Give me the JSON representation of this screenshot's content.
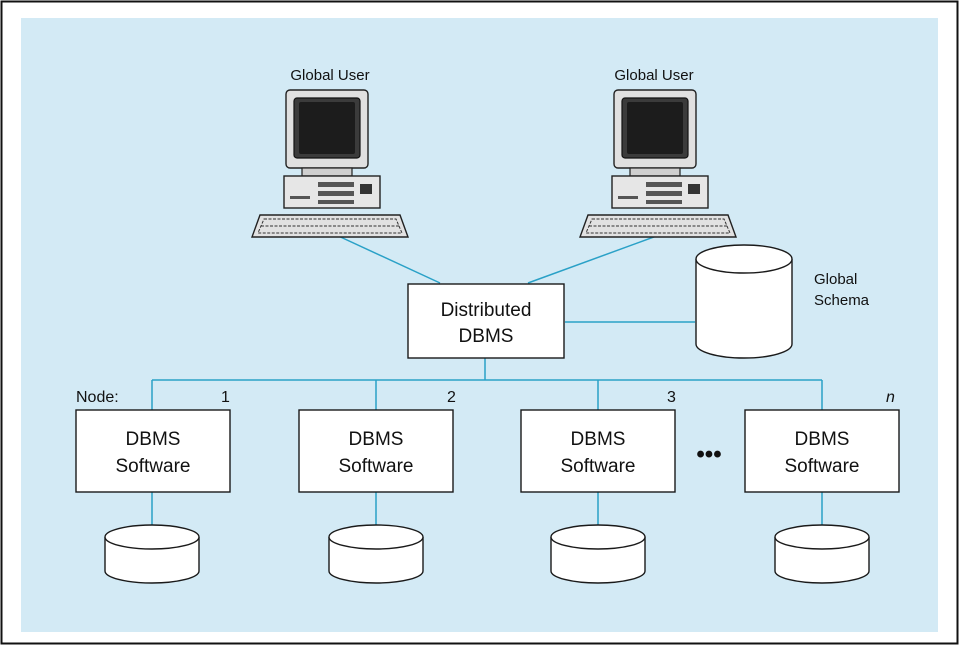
{
  "colors": {
    "background": "#d3eaf5",
    "line": "#2aa1c7",
    "box_border": "#1a1a1a",
    "frame_border": "#111111"
  },
  "users": [
    {
      "label": "Global User",
      "icon": "desktop-computer-icon"
    },
    {
      "label": "Global User",
      "icon": "desktop-computer-icon"
    }
  ],
  "distributed": {
    "line1": "Distributed",
    "line2": "DBMS"
  },
  "global_schema": {
    "line1": "Global",
    "line2": "Schema",
    "icon": "database-cylinder-icon"
  },
  "node_label": "Node:",
  "ellipsis": "•••",
  "nodes": [
    {
      "number": "1",
      "line1": "DBMS",
      "line2": "Software"
    },
    {
      "number": "2",
      "line1": "DBMS",
      "line2": "Software"
    },
    {
      "number": "3",
      "line1": "DBMS",
      "line2": "Software"
    },
    {
      "number": "n",
      "line1": "DBMS",
      "line2": "Software"
    }
  ]
}
